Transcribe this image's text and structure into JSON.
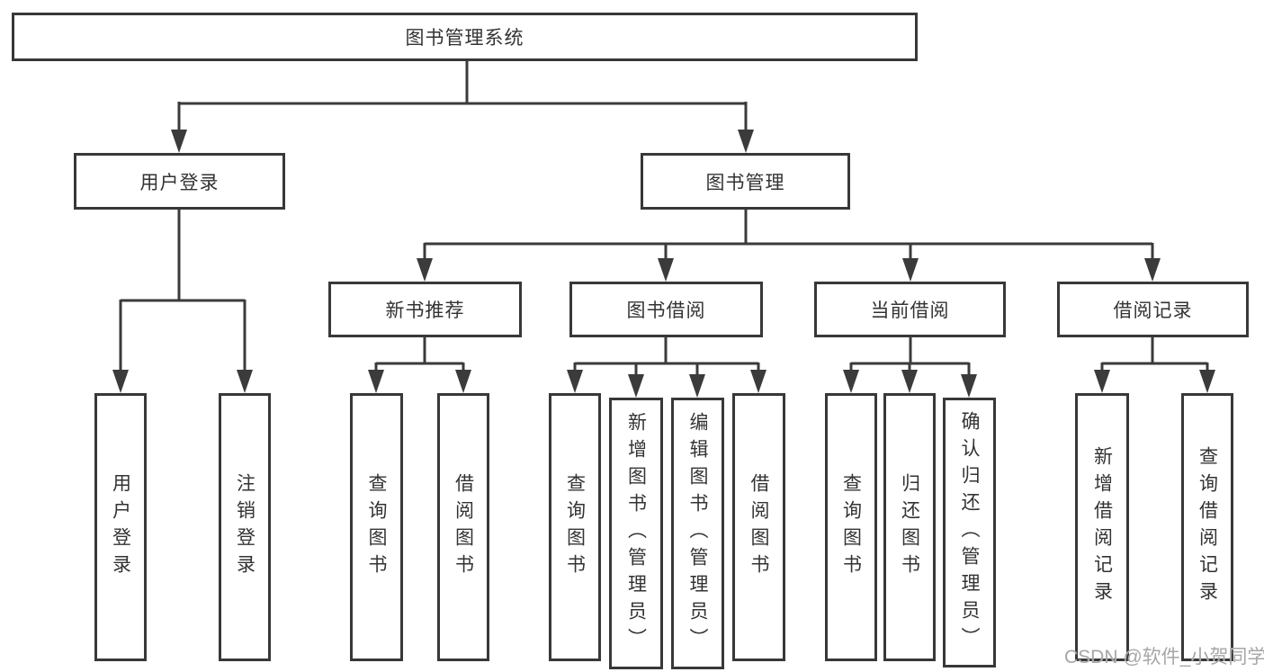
{
  "diagram": {
    "type": "tree",
    "tree": {
      "root": {
        "label": "图书管理系统"
      },
      "branches": [
        {
          "label": "用户登录",
          "leaves": [
            {
              "label": "用户登录"
            },
            {
              "label": "注销登录"
            }
          ]
        },
        {
          "label": "图书管理",
          "groups": [
            {
              "label": "新书推荐",
              "leaves": [
                {
                  "label": "查询图书"
                },
                {
                  "label": "借阅图书"
                }
              ]
            },
            {
              "label": "图书借阅",
              "leaves": [
                {
                  "label": "查询图书"
                },
                {
                  "label": "新增图书（管理员）"
                },
                {
                  "label": "编辑图书（管理员）"
                },
                {
                  "label": "借阅图书"
                }
              ]
            },
            {
              "label": "当前借阅",
              "leaves": [
                {
                  "label": "查询图书"
                },
                {
                  "label": "归还图书"
                },
                {
                  "label": "确认归还（管理员）"
                }
              ]
            },
            {
              "label": "借阅记录",
              "leaves": [
                {
                  "label": "新增借阅记录"
                },
                {
                  "label": "查询借阅记录"
                }
              ]
            }
          ]
        }
      ]
    },
    "colors": {
      "line": "#3b3b3b",
      "border": "#383838",
      "text": "#333333",
      "background": "#ffffff"
    }
  },
  "watermark": {
    "text": "CSDN @软件_小贺同学",
    "color": "#a6a6a9"
  }
}
